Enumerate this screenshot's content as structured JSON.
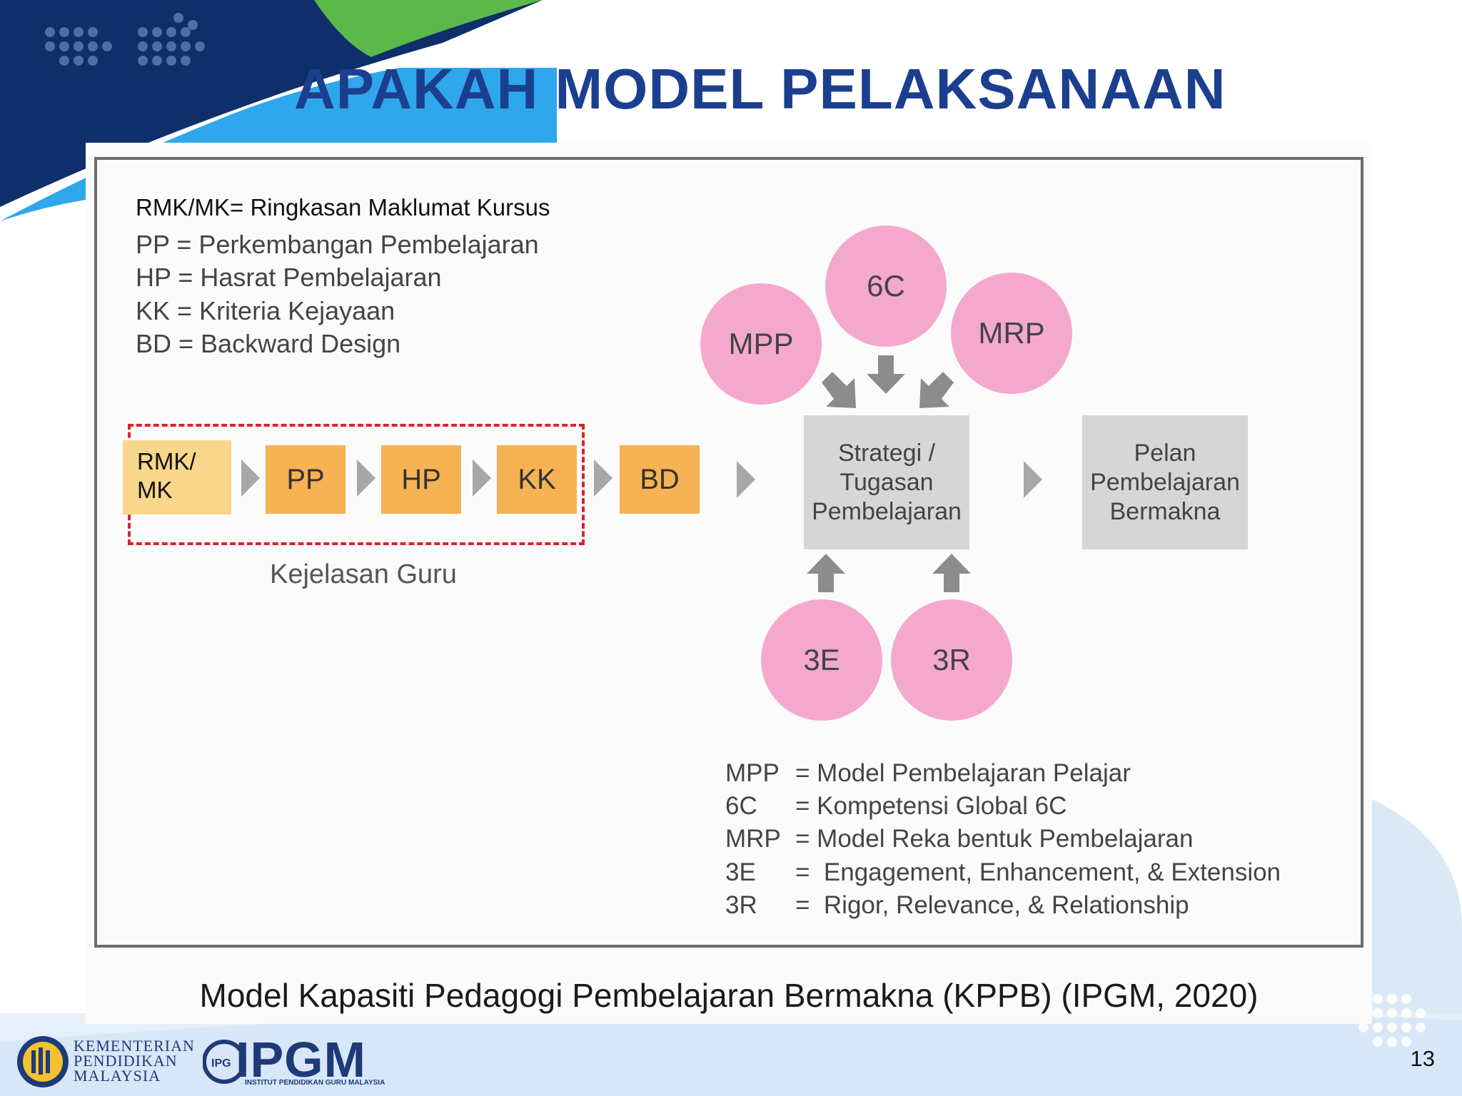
{
  "slide": {
    "title": "APAKAH MODEL PELAKSANAAN KPPB INI?",
    "page_number": "13",
    "caption": "Model Kapasiti Pedagogi Pembelajaran Bermakna (KPPB) (IPGM, 2020)"
  },
  "legend_top": [
    "RMK/MK= Ringkasan Maklumat Kursus",
    "PP = Perkembangan Pembelajaran",
    "HP = Hasrat Pembelajaran",
    "KK = Kriteria Kejayaan",
    "BD = Backward Design"
  ],
  "flow": {
    "rmk": "RMK/\nMK",
    "pp": "PP",
    "hp": "HP",
    "kk": "KK",
    "bd": "BD",
    "group_label": "Kejelasan Guru"
  },
  "center": {
    "line1": "Strategi /",
    "line2": "Tugasan",
    "line3": "Pembelajaran"
  },
  "outcome": {
    "line1": "Pelan",
    "line2": "Pembelajaran",
    "line3": "Bermakna"
  },
  "circles": {
    "mpp": "MPP",
    "c6": "6C",
    "mrp": "MRP",
    "e3": "3E",
    "r3": "3R"
  },
  "legend_bottom": [
    {
      "abbr": "MPP",
      "def": "= Model Pembelajaran Pelajar"
    },
    {
      "abbr": "6C",
      "def": "= Kompetensi Global 6C"
    },
    {
      "abbr": "MRP",
      "def": "= Model Reka bentuk Pembelajaran"
    },
    {
      "abbr": "3E",
      "def": "=  Engagement, Enhancement, & Extension"
    },
    {
      "abbr": "3R",
      "def": "=  Rigor, Relevance, & Relationship"
    }
  ],
  "logos": {
    "kpm": "KEMENTERIAN\nPENDIDIKAN\nMALAYSIA",
    "ipgm": "IPGM",
    "ipgm_sub": "INSTITUT PENDIDIKAN GURU MALAYSIA"
  },
  "colors": {
    "title": "#1b3f8e",
    "pill": "#f6b253",
    "rmk": "#f8d68b",
    "circle": "#f5a8cd",
    "box": "#d6d6d6",
    "dashed": "#d9232d",
    "arrow": "#8c8c8c"
  }
}
